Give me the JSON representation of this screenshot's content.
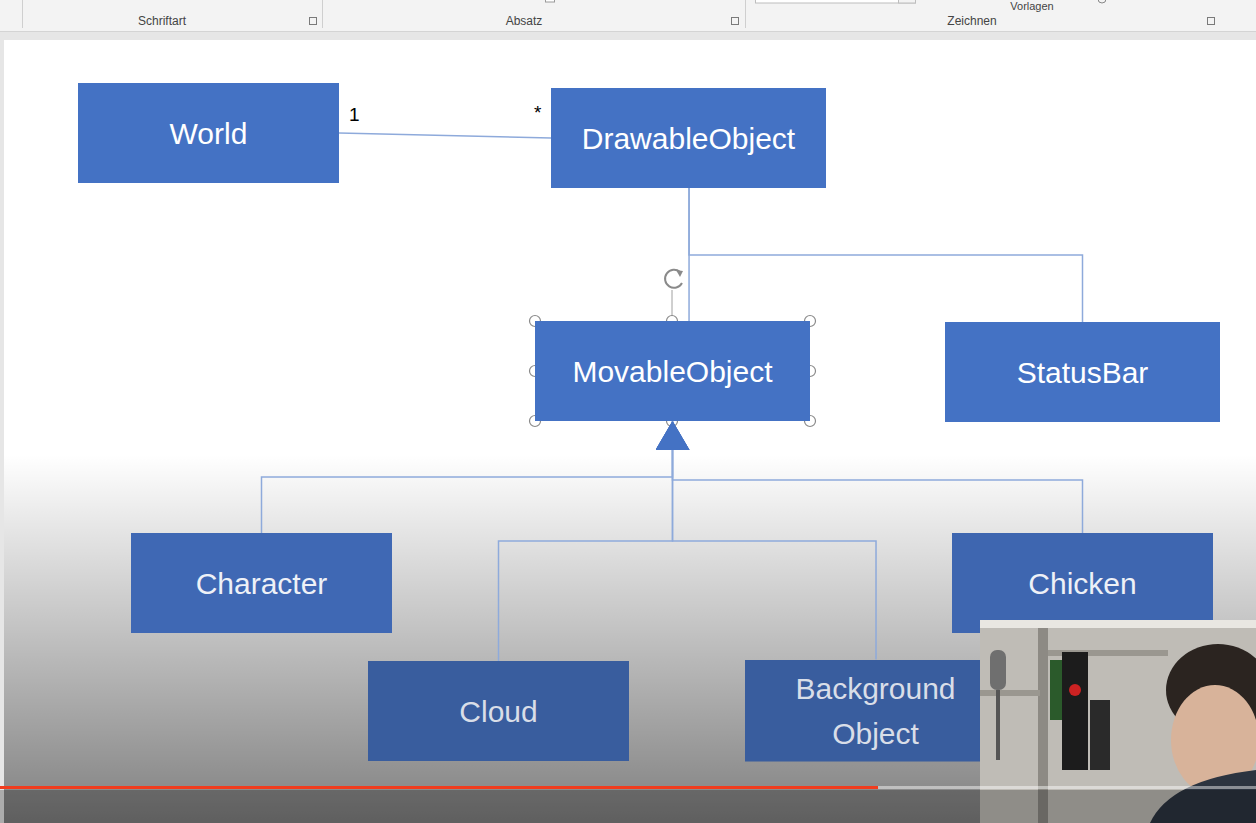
{
  "diagram": {
    "nodes": [
      {
        "text": [
          "World"
        ]
      },
      {
        "text": [
          "DrawableObject"
        ]
      },
      {
        "text": [
          "MovableObject"
        ]
      },
      {
        "text": [
          "StatusBar"
        ]
      },
      {
        "text": [
          "Character"
        ]
      },
      {
        "text": [
          "Chicken"
        ]
      },
      {
        "text": [
          "Cloud"
        ]
      },
      {
        "text": [
          "Background Object"
        ]
      }
    ],
    "edges": [
      {
        "from": 0,
        "to": 1,
        "arrow": "none"
      },
      {
        "from": 2,
        "to": 1,
        "arrow": "none"
      },
      {
        "from": 3,
        "to": 1,
        "arrow": "none"
      },
      {
        "from": 4,
        "to": 2,
        "arrow": "to"
      },
      {
        "from": 6,
        "to": 2,
        "arrow": "to"
      },
      {
        "from": 7,
        "to": 2,
        "arrow": "to"
      },
      {
        "from": 5,
        "to": 2,
        "arrow": "to"
      }
    ],
    "labels": [
      "Schriftart",
      "Absatz",
      "Zeichnen",
      "Vorlagen",
      "1",
      "*"
    ]
  }
}
